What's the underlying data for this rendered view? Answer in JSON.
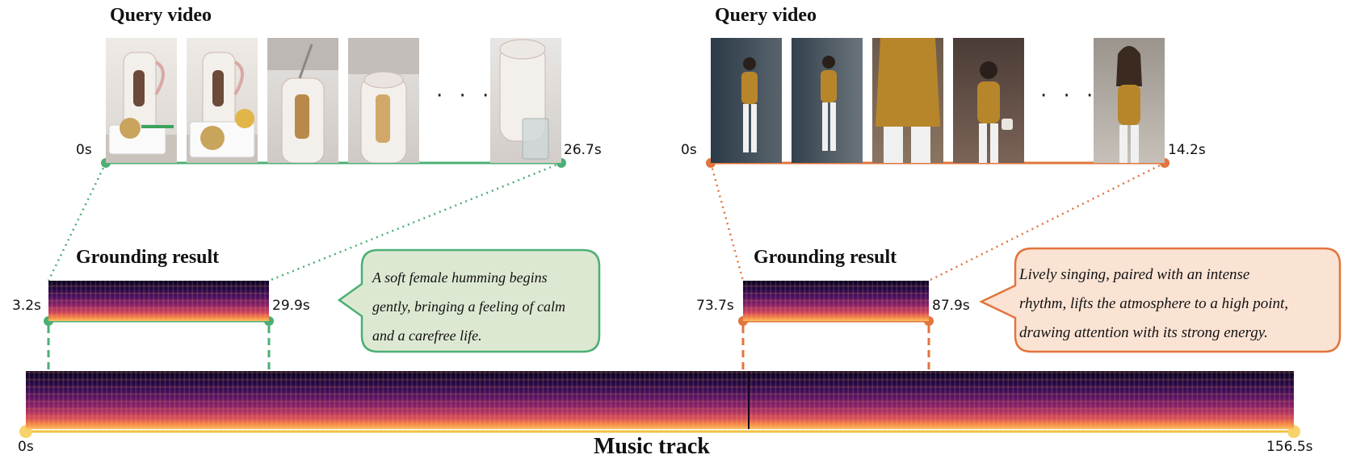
{
  "panels": {
    "left": {
      "query_title": "Query video",
      "video_start": "0s",
      "video_end": "26.7s",
      "grounding_title": "Grounding result",
      "segment_start": "3.2s",
      "segment_end": "29.9s",
      "caption_lines": [
        "A soft female humming begins",
        "gently, bringing a feeling of calm",
        "and a carefree life."
      ],
      "color": "#4caf75",
      "bubble_fill": "#dde8d2"
    },
    "right": {
      "query_title": "Query video",
      "video_start": "0s",
      "video_end": "14.2s",
      "grounding_title": "Grounding result",
      "segment_start": "73.7s",
      "segment_end": "87.9s",
      "caption_lines": [
        "Lively singing, paired with an intense",
        "rhythm, lifts the atmosphere to a high point,",
        "drawing attention with its strong energy."
      ],
      "color": "#e2743c",
      "bubble_fill": "#fbe3d4"
    }
  },
  "ellipsis": "· · ·",
  "music_track": {
    "title": "Music track",
    "start": "0s",
    "end": "156.5s",
    "color": "#f0c040"
  }
}
